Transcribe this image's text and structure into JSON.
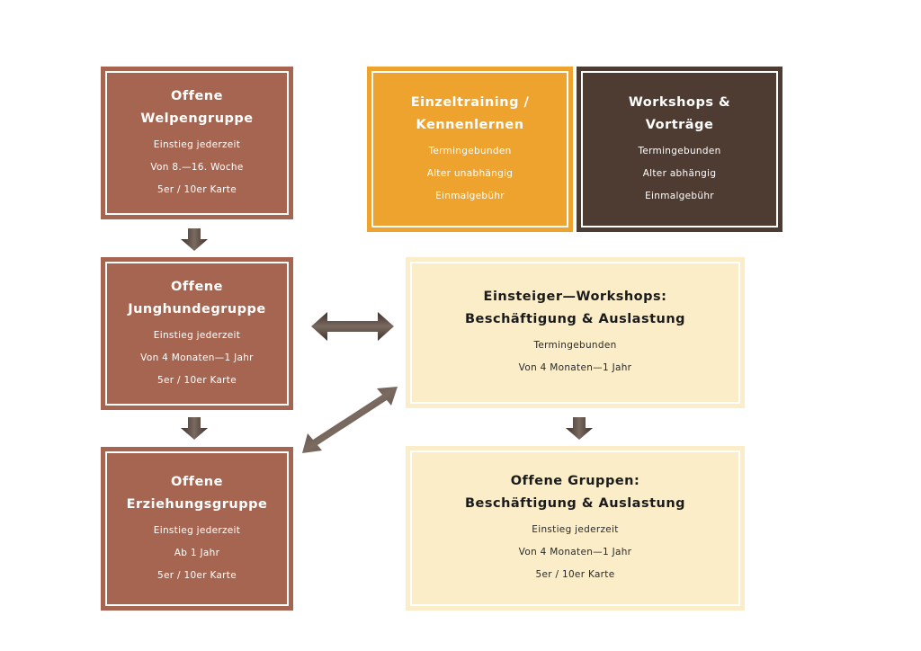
{
  "boxes": {
    "welpen": {
      "title": [
        "Offene",
        "Welpengruppe"
      ],
      "lines": [
        "Einstieg jederzeit",
        "Von 8.—16. Woche",
        "5er / 10er Karte"
      ]
    },
    "einzel": {
      "title": [
        "Einzeltraining /",
        "Kennenlernen"
      ],
      "lines": [
        "Termingebunden",
        "Alter unabhängig",
        "Einmalgebühr"
      ]
    },
    "workshops": {
      "title": [
        "Workshops &",
        "Vorträge"
      ],
      "lines": [
        "Termingebunden",
        "Alter abhängig",
        "Einmalgebühr"
      ]
    },
    "junghunde": {
      "title": [
        "Offene",
        "Junghundegruppe"
      ],
      "lines": [
        "Einstieg jederzeit",
        "Von 4 Monaten—1 Jahr",
        "5er / 10er Karte"
      ]
    },
    "einsteiger": {
      "title": [
        "Einsteiger—Workshops:",
        "Beschäftigung & Auslastung"
      ],
      "lines": [
        "Termingebunden",
        "Von 4 Monaten—1 Jahr"
      ]
    },
    "erziehung": {
      "title": [
        "Offene",
        "Erziehungsgruppe"
      ],
      "lines": [
        "Einstieg jederzeit",
        "Ab 1 Jahr",
        "5er / 10er Karte"
      ]
    },
    "gruppen": {
      "title": [
        "Offene Gruppen:",
        "Beschäftigung & Auslastung"
      ],
      "lines": [
        "Einstieg jederzeit",
        "Von 4 Monaten—1 Jahr",
        "5er / 10er Karte"
      ]
    }
  },
  "colors": {
    "brown": "#A66550",
    "orange": "#EFA32F",
    "dark": "#4E3B31",
    "cream": "#FBEDC8",
    "arrow": "#5A4A42"
  }
}
